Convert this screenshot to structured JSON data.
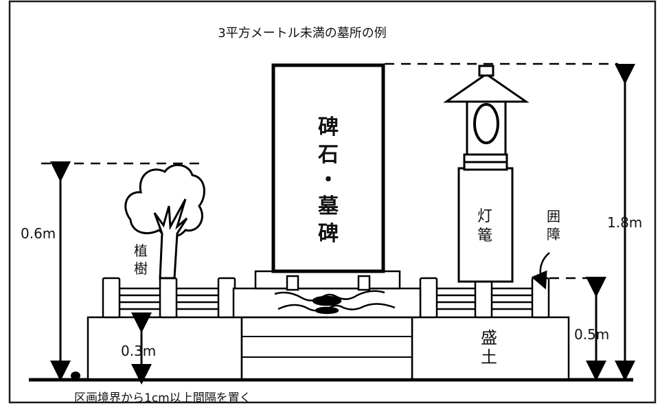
{
  "diagram": {
    "title": "3平方メートル未満の墓所の例",
    "labels": {
      "tree": "植樹",
      "monument": "碑石・墓碑",
      "lantern": "灯篭",
      "fence": "囲障",
      "mound": "盛土"
    },
    "dimensions": {
      "tree_height": "0.6m",
      "total_height": "1.8m",
      "fence_height": "0.5m",
      "mound_height": "0.3m"
    },
    "note": "区画境界から1cm以上間隔を置く"
  }
}
